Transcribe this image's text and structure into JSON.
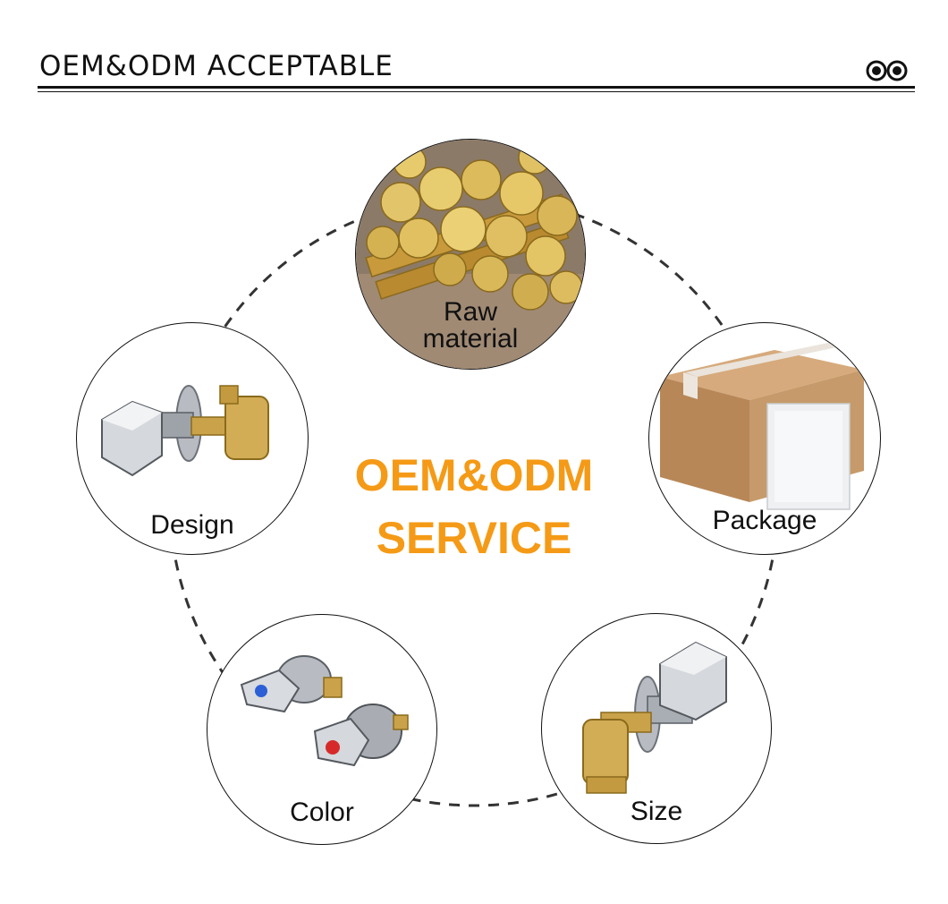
{
  "header": {
    "title": "OEM&ODM ACCEPTABLE"
  },
  "center": {
    "line1": "OEM&ODM",
    "line2": "SERVICE"
  },
  "services": {
    "raw_line1": "Raw",
    "raw_line2": "material",
    "package": "Package",
    "design": "Design",
    "color": "Color",
    "size": "Size"
  },
  "colors": {
    "accent": "#f59a16",
    "text": "#111111",
    "brass": "#c9a24a",
    "cardboard": "#c19162"
  }
}
